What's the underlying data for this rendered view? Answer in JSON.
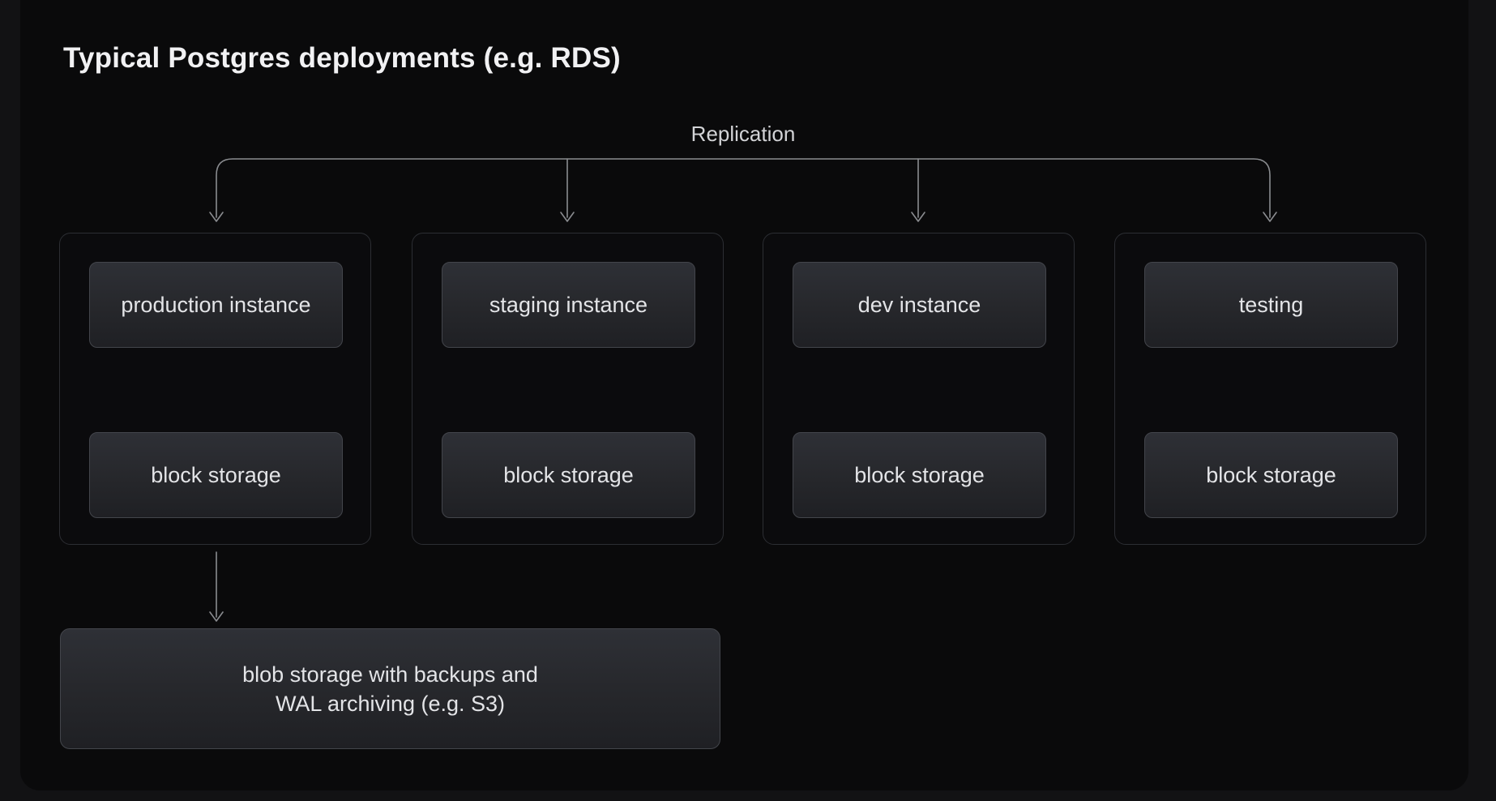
{
  "title": "Typical Postgres deployments (e.g. RDS)",
  "replication": {
    "label": "Replication"
  },
  "columns": [
    {
      "instance": "production instance",
      "storage": "block storage"
    },
    {
      "instance": "staging instance",
      "storage": "block storage"
    },
    {
      "instance": "dev instance",
      "storage": "block storage"
    },
    {
      "instance": "testing",
      "storage": "block storage"
    }
  ],
  "blob": {
    "line1": "blob storage with backups and",
    "line2": "WAL archiving (e.g. S3)"
  },
  "colors": {
    "page_background": "#121214",
    "panel_background": "#0a0a0b",
    "node_fill_top": "#2e3036",
    "node_fill_bottom": "#1f2024",
    "node_border": "#43454b",
    "group_border": "#2c2e33",
    "connector": "#8a8c90",
    "label_text": "#e3e4e7",
    "title_text": "#f1f1f3",
    "replication_text": "#d2d3d6"
  }
}
